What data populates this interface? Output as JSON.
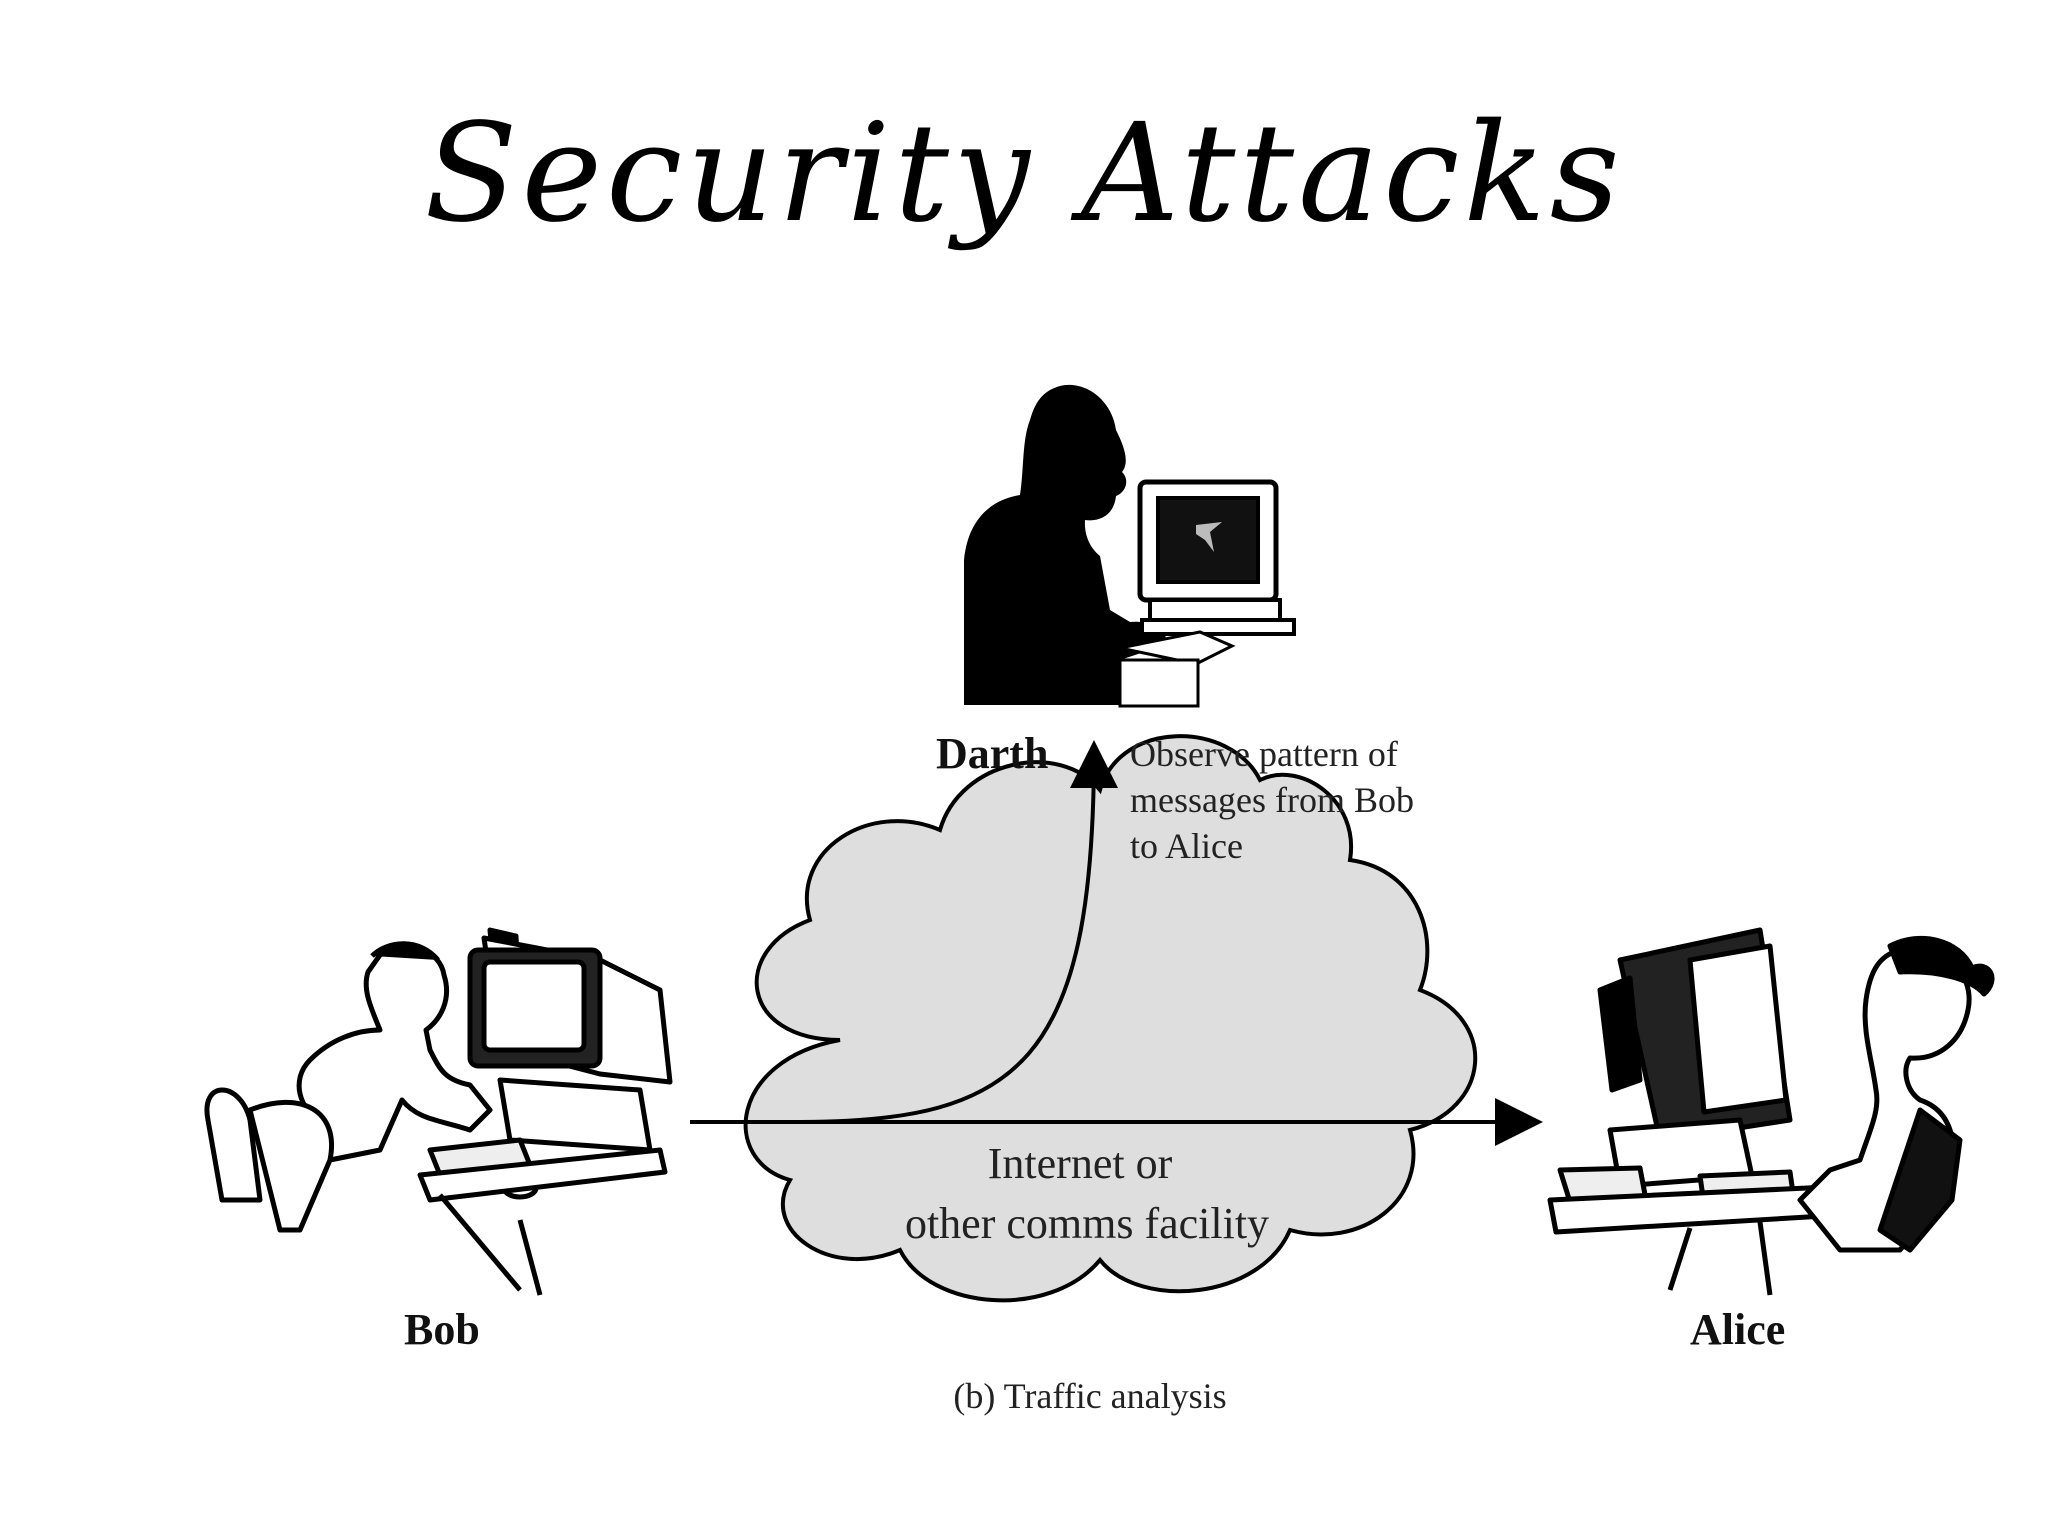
{
  "slide": {
    "title": "Security Attacks"
  },
  "diagram": {
    "caption": "(b) Traffic analysis",
    "actors": {
      "darth": "Darth",
      "bob": "Bob",
      "alice": "Alice"
    },
    "cloud_lines": [
      "Internet or",
      "other comms facility"
    ],
    "observe_note_lines": [
      "Observe pattern of",
      "messages from Bob",
      "to Alice"
    ]
  },
  "colors": {
    "cloud_fill": "#dedede",
    "ink": "#000000"
  }
}
